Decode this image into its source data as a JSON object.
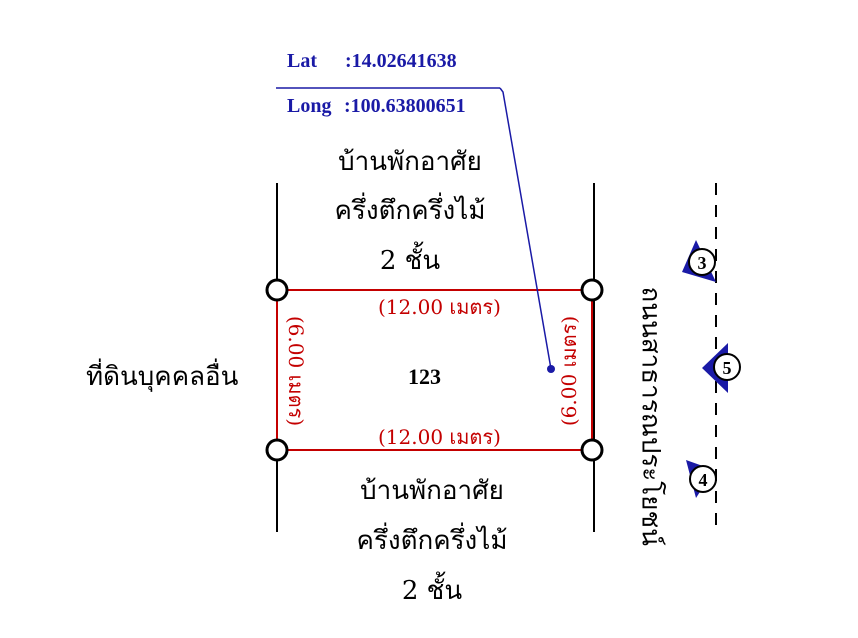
{
  "coordinates": {
    "lat_label": "Lat",
    "lat_value": ":14.02641638",
    "long_label": "Long",
    "long_value": ":100.63800651"
  },
  "neighbors": {
    "north": [
      "บ้านพักอาศัย",
      "ครึ่งตึกครึ่งไม้",
      "2 ชั้น"
    ],
    "south": [
      "บ้านพักอาศัย",
      "ครึ่งตึกครึ่งไม้",
      "2 ชั้น"
    ],
    "west": "ที่ดินบุคคลอื่น"
  },
  "plot": {
    "number": "123",
    "top_dimension": "(12.00 เมตร)",
    "bottom_dimension": "(12.00 เมตร)",
    "left_dimension": "(6.00 เมตร)",
    "right_dimension": "(6.00 เมตร)",
    "outline_color": "#c40000",
    "pin_color": "#1a1aa6"
  },
  "road": {
    "name": "ถนนสาธารณประโยชน์",
    "markers": [
      "3",
      "5",
      "4"
    ],
    "marker_color": "#1a1aa6"
  }
}
